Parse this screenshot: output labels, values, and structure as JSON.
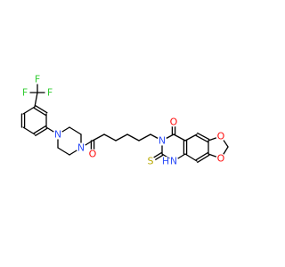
{
  "molecule": {
    "labels": {
      "F1": "F",
      "F2": "F",
      "F3": "F",
      "N_pip_top": "N",
      "N_pip_bottom": "N",
      "O_amide": "O",
      "N3": "N",
      "O_ketone": "O",
      "O_diox_top": "O",
      "O_diox_bottom": "O",
      "NH": "H",
      "N1": "N",
      "S": "S"
    },
    "colors": {
      "F": "#33cc33",
      "N": "#3050f8",
      "O": "#ff0d0d",
      "S": "#b8a800",
      "bond": "#000000"
    }
  }
}
